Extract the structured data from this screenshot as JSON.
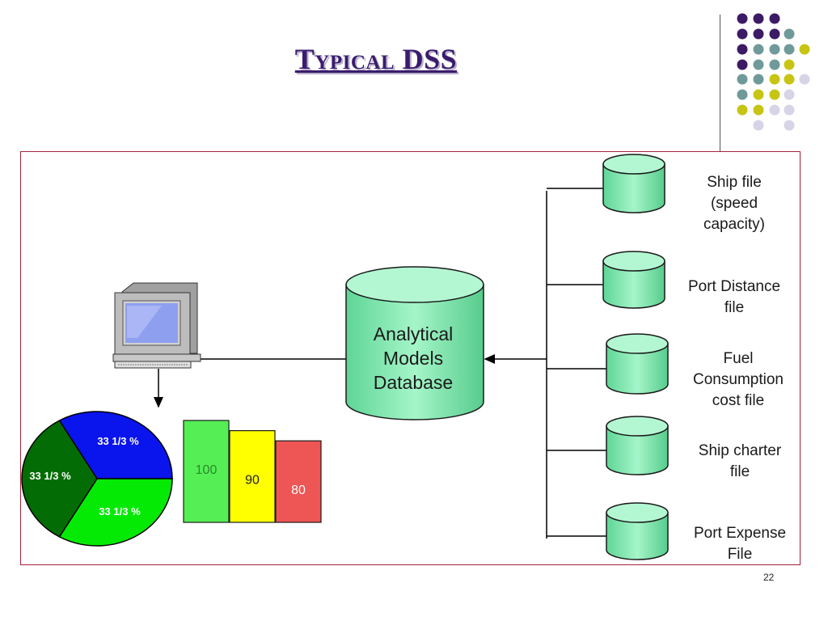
{
  "slide": {
    "title": "Typical DSS",
    "page_number": "22"
  },
  "theme": {
    "purple": "#3d1a64",
    "teal": "#6f9a99",
    "olive": "#c8c413",
    "lavender": "#d6d4e6",
    "frame_border": "#a3223a",
    "cylinder_fill": "#8ff0b8",
    "cylinder_top": "#b3f7d2"
  },
  "diagram": {
    "central_db": {
      "lines": [
        "Analytical",
        "Models",
        "Database"
      ]
    },
    "data_files": [
      {
        "lines": [
          "Ship file",
          "(speed",
          "capacity)"
        ]
      },
      {
        "lines": [
          "Port Distance",
          "file"
        ]
      },
      {
        "lines": [
          "Fuel",
          "Consumption",
          "cost file"
        ]
      },
      {
        "lines": [
          "Ship charter",
          "file"
        ]
      },
      {
        "lines": [
          "Port Expense",
          "File"
        ]
      }
    ],
    "computer_icon": "desktop-computer-icon"
  },
  "chart_data": [
    {
      "type": "pie",
      "labels": [
        "33 1/3 %",
        "33 1/3 %",
        "33 1/3 %"
      ],
      "values": [
        33.33,
        33.33,
        33.33
      ],
      "colors": [
        "#0a14ec",
        "#04ea04",
        "#046c04"
      ]
    },
    {
      "type": "bar",
      "values": [
        100,
        90,
        80
      ],
      "data_labels": [
        "100",
        "90",
        "80"
      ],
      "colors": [
        "#55ef55",
        "#ffff00",
        "#ee5555"
      ]
    }
  ]
}
